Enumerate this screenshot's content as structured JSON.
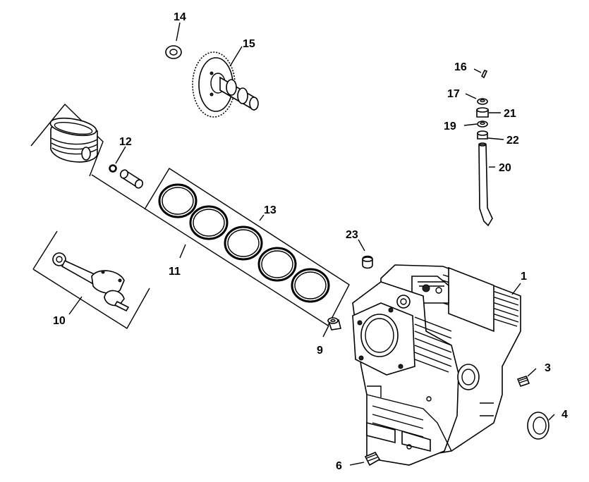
{
  "diagram": {
    "callouts": {
      "c1": "1",
      "c3": "3",
      "c4": "4",
      "c6": "6",
      "c9": "9",
      "c10": "10",
      "c11": "11",
      "c12": "12",
      "c13": "13",
      "c14": "14",
      "c15": "15",
      "c16": "16",
      "c17": "17",
      "c19": "19",
      "c20": "20",
      "c21": "21",
      "c22": "22",
      "c23": "23"
    },
    "parts": [
      "crankcase-block-icon",
      "oil-seal-icon",
      "breather-plug-icon",
      "drain-plug-icon",
      "dowel-pin-icon",
      "connecting-rod-icon",
      "piston-icon",
      "piston-pin-retainer-icon",
      "piston-ring-set-icon",
      "camshaft-gear-icon",
      "shim-washer-icon",
      "dipstick-tube-icon",
      "grommet-icon"
    ]
  }
}
